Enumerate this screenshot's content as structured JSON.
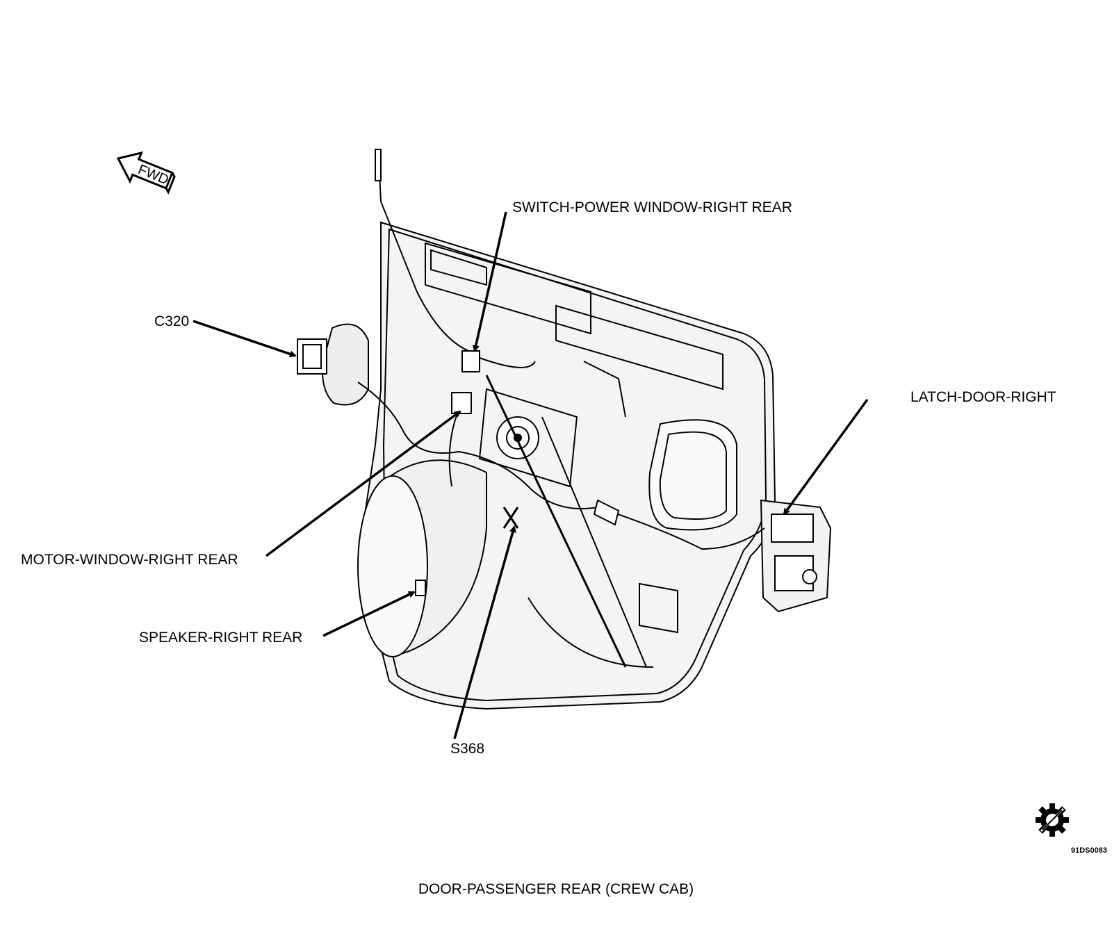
{
  "fwd_label": "FWD",
  "labels": {
    "switch": "SWITCH-POWER WINDOW-RIGHT REAR",
    "c320": "C320",
    "latch": "LATCH-DOOR-RIGHT",
    "motor": "MOTOR-WINDOW-RIGHT REAR",
    "speaker": "SPEAKER-RIGHT REAR",
    "s368": "S368"
  },
  "caption": "DOOR-PASSENGER REAR (CREW CAB)",
  "figure_code": "91DS0083"
}
